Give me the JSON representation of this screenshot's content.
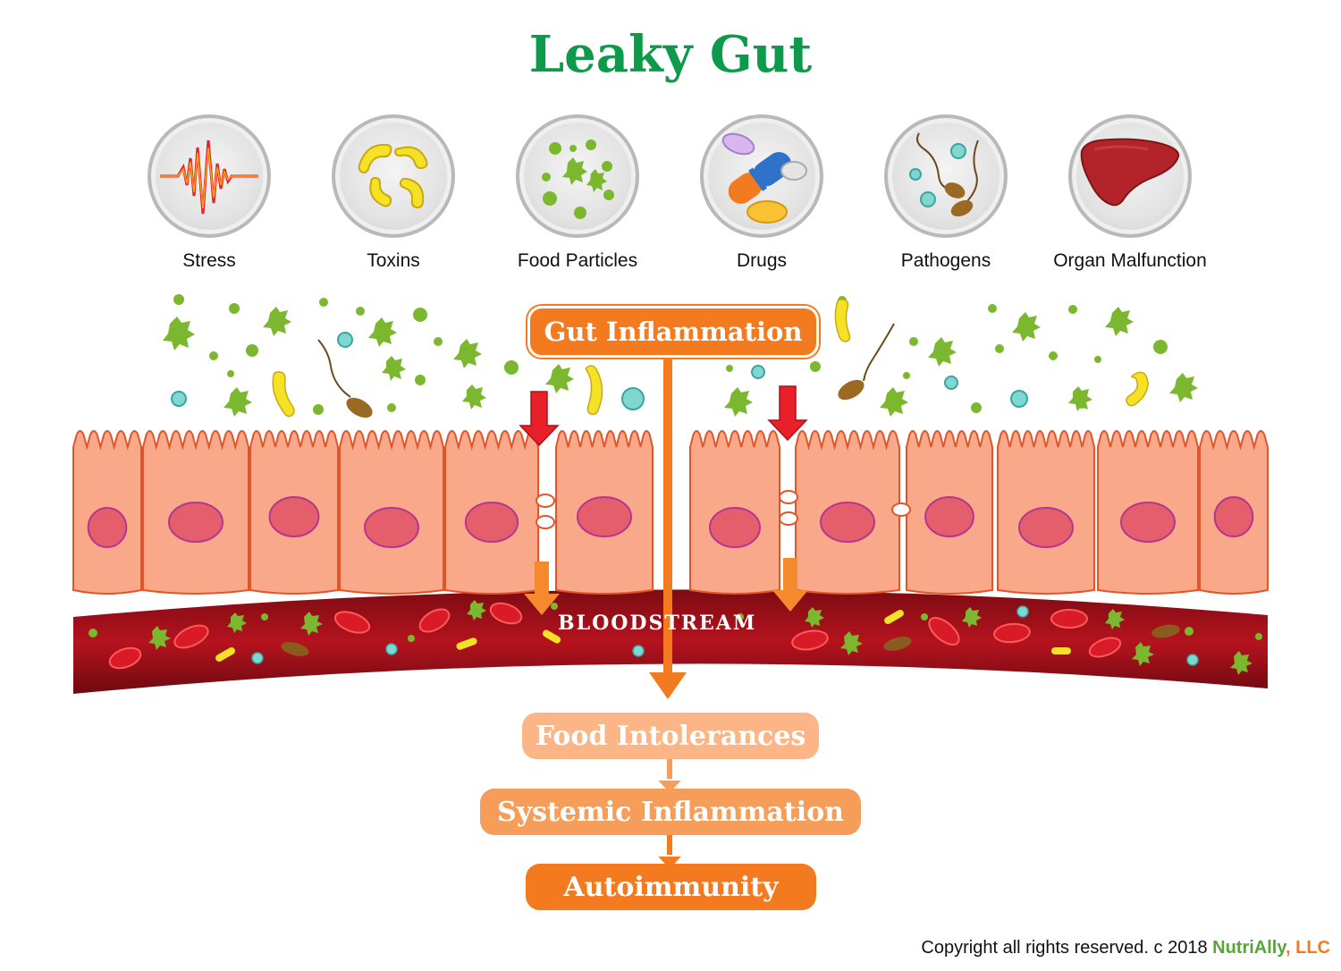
{
  "title": "Leaky Gut",
  "causes": [
    {
      "label": "Stress",
      "icon": "stress-wave-icon"
    },
    {
      "label": "Toxins",
      "icon": "toxin-icon"
    },
    {
      "label": "Food Particles",
      "icon": "food-particles-icon"
    },
    {
      "label": "Drugs",
      "icon": "pills-icon"
    },
    {
      "label": "Pathogens",
      "icon": "pathogen-icon"
    },
    {
      "label": "Organ Malfunction",
      "icon": "liver-icon"
    }
  ],
  "flow": {
    "gut_inflammation": "Gut Inflammation",
    "bloodstream": "BLOODSTREAM",
    "food_intolerances": "Food Intolerances",
    "systemic_inflammation": "Systemic Inflammation",
    "autoimmunity": "Autoimmunity"
  },
  "copyright": {
    "text": "Copyright all rights reserved. c 2018",
    "brand_a": "NutriAlly",
    "brand_b": ", LLC"
  },
  "colors": {
    "title": "#0e9a4b",
    "accent_orange": "#f47a1f",
    "cell": "#f9a88a",
    "nucleus": "#e45e6c",
    "blood": "#a3101c",
    "particle_green": "#7cb82f",
    "toxin_yellow": "#f5e226",
    "leak_arrow_red": "#e8202a"
  }
}
